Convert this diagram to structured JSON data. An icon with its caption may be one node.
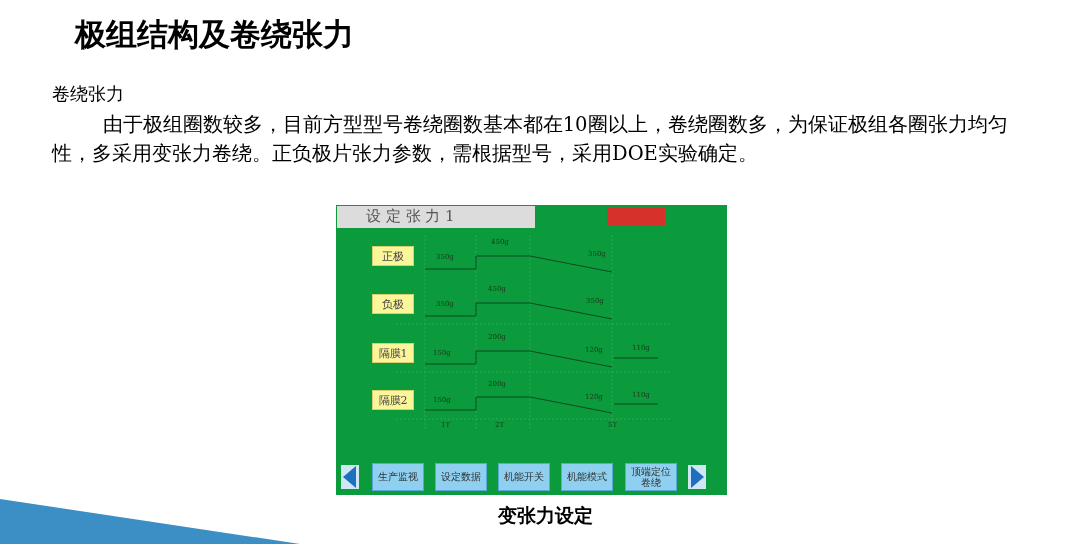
{
  "diagram": {
    "title": "极组结构及卷绕张力",
    "caption": "变张力设定",
    "nodes": [
      {
        "text": [
          "正极"
        ]
      },
      {
        "text": [
          "负极"
        ]
      },
      {
        "text": [
          "隔膜1"
        ]
      },
      {
        "text": [
          "隔膜2"
        ]
      },
      {
        "text": [
          "生产监视"
        ]
      },
      {
        "text": [
          "设定数据"
        ]
      },
      {
        "text": [
          "机能开关"
        ]
      },
      {
        "text": [
          "机能模式"
        ]
      },
      {
        "text": [
          "顶端定位卷绕"
        ]
      }
    ],
    "labels": [
      "卷绕张力",
      "由于极组圈数较多，目前方型型号卷绕圈数基本都在10圈以上，卷绕圈数多，为保证极组各圈张力均匀性，多采用变张力卷绕。正负极片张力参数，需根据型号，采用DOE实验确定。",
      "设 定 张 力 1",
      "450g",
      "350g",
      "350g",
      "450g",
      "350g",
      "350g",
      "200g",
      "150g",
      "120g",
      "110g",
      "200g",
      "150g",
      "120g",
      "110g",
      "1T",
      "2T",
      "5T"
    ]
  }
}
